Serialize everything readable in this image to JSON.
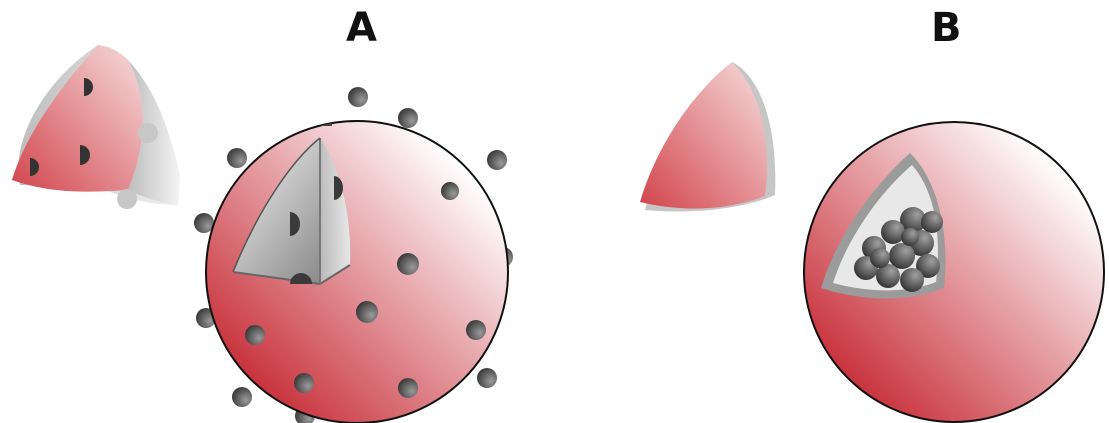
{
  "panels": [
    {
      "id": "a",
      "label": "A"
    },
    {
      "id": "b",
      "label": "B"
    }
  ],
  "colors": {
    "shell_red_dark": "#c9343d",
    "shell_red_light": "#ffffff",
    "core_gray_light": "#f2f2f2",
    "core_gray_dark": "#7a7a7a",
    "particle_dark": "#3a3a3a",
    "outline": "#111111"
  }
}
